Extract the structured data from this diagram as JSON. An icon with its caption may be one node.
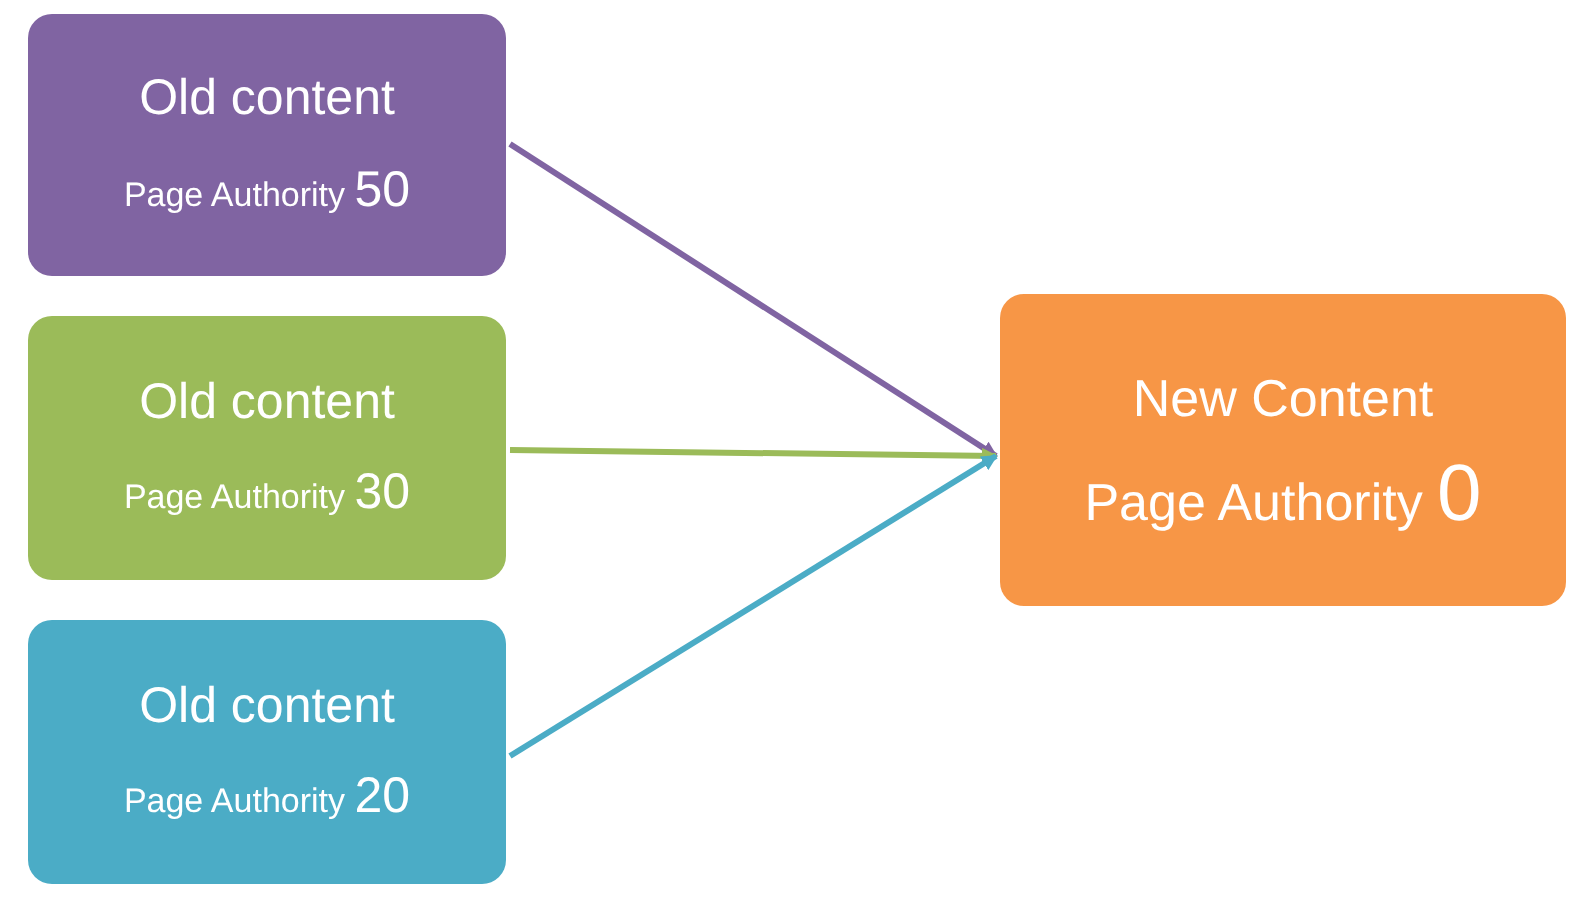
{
  "diagram": {
    "nodes": [
      {
        "text": [
          "Old content",
          "Page Authority 50"
        ]
      },
      {
        "text": [
          "Old content",
          "Page Authority 30"
        ]
      },
      {
        "text": [
          "Old content",
          "Page Authority 20"
        ]
      },
      {
        "text": [
          "New Content",
          "Page Authority 0"
        ]
      }
    ],
    "edges": [
      {
        "from": 0,
        "to": 3,
        "arrow": "to",
        "color": "#8064a2"
      },
      {
        "from": 1,
        "to": 3,
        "arrow": "to",
        "color": "#9bbb59"
      },
      {
        "from": 2,
        "to": 3,
        "arrow": "to",
        "color": "#4bacc6"
      }
    ]
  }
}
